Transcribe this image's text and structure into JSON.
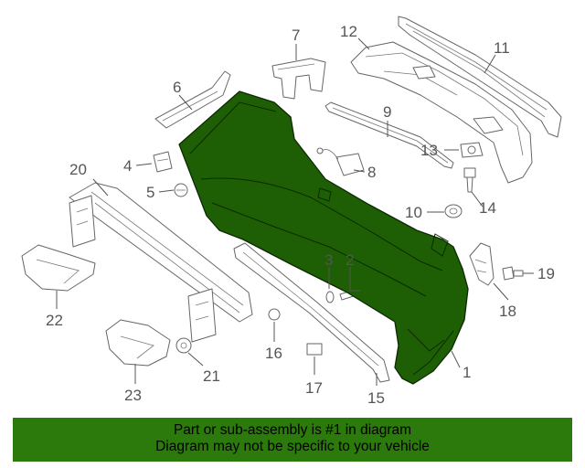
{
  "callouts": {
    "c1": "1",
    "c2": "2",
    "c3": "3",
    "c4": "4",
    "c5": "5",
    "c6": "6",
    "c7": "7",
    "c8": "8",
    "c9": "9",
    "c10": "10",
    "c11": "11",
    "c12": "12",
    "c13": "13",
    "c14": "14",
    "c15": "15",
    "c16": "16",
    "c17": "17",
    "c18": "18",
    "c19": "19",
    "c20": "20",
    "c21": "21",
    "c22": "22",
    "c23": "23"
  },
  "highlight_color": "#2b7a0b",
  "banner": {
    "line1": "Part or sub-assembly is #1 in diagram",
    "line2": "Diagram may not be specific to your vehicle"
  }
}
